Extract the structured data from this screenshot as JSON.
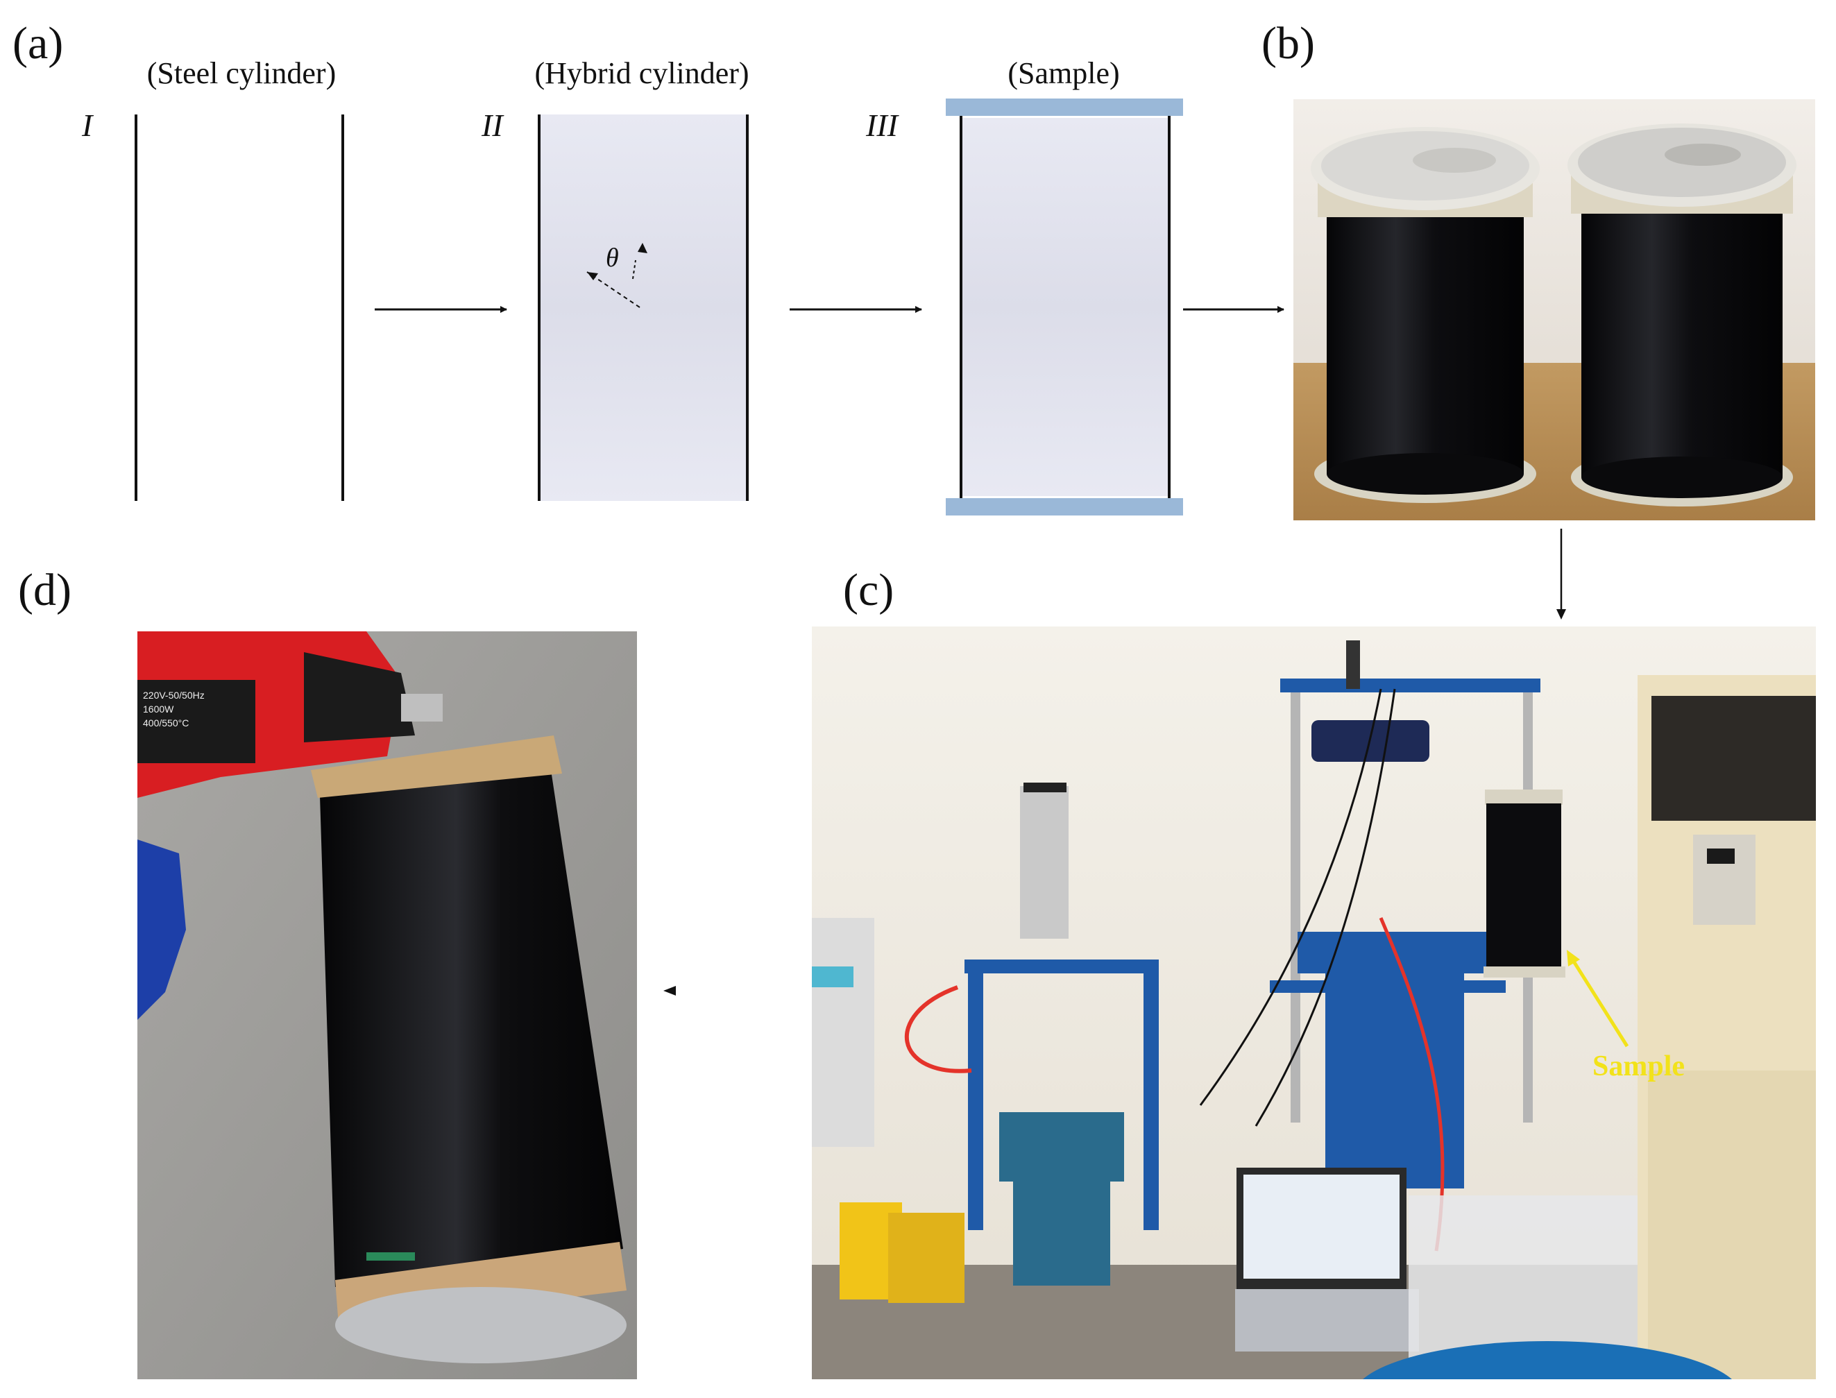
{
  "panel_labels": {
    "a": "(a)",
    "b": "(b)",
    "c": "(c)",
    "d": "(d)"
  },
  "stages": [
    {
      "numeral": "I",
      "caption": "(Steel cylinder)"
    },
    {
      "numeral": "II",
      "caption": "(Hybrid cylinder)"
    },
    {
      "numeral": "III",
      "caption": "(Sample)"
    }
  ],
  "fiber_angle_symbol": "θ",
  "photo_c_annotation": "Sample",
  "heat_gun_label_lines": [
    "220V-50/50Hz",
    "1600W",
    "400/550°C"
  ],
  "colors": {
    "line": "#111111",
    "cylinder_fill": "#e4e5f0",
    "end_plate": "#9ab8d8",
    "annotation_yellow": "#f2e21a",
    "cfrp_black": "#0c0c0e",
    "test_frame_blue": "#1f5aa8",
    "heat_gun_red": "#d81e22",
    "glove_blue": "#1d3fa8"
  }
}
